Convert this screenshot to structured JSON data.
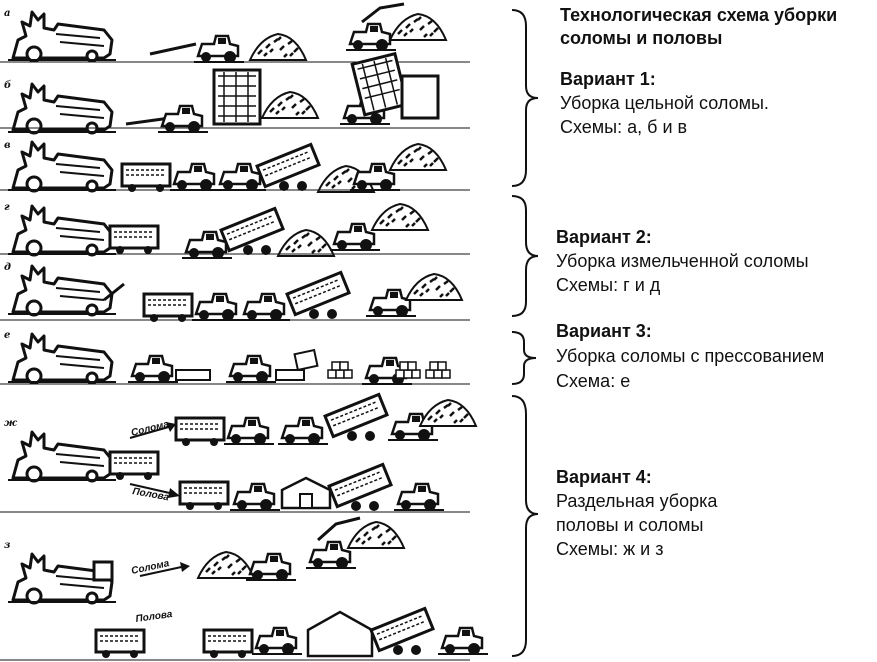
{
  "title_lines": [
    "Технологическая схема уборки",
    "соломы и половы"
  ],
  "variants": [
    {
      "heading": "Вариант 1:",
      "lines": [
        "Уборка цельной соломы.",
        "Схемы: а, б и в"
      ]
    },
    {
      "heading": "Вариант 2:",
      "lines": [
        "Уборка измельченной соломы",
        "Схемы: г и д"
      ]
    },
    {
      "heading": "Вариант 3:",
      "lines": [
        "Уборка соломы с прессованием",
        "Схема: е"
      ]
    },
    {
      "heading": "Вариант 4:",
      "lines": [
        "Раздельная уборка",
        "половы и соломы",
        "Схемы: ж и з"
      ]
    }
  ],
  "row_letters": [
    "а",
    "б",
    "в",
    "г",
    "д",
    "е",
    "ж",
    "з"
  ],
  "flow_labels": {
    "straw": "Солома",
    "chaff": "Полова"
  },
  "colors": {
    "ink": "#111111",
    "background": "#ffffff"
  }
}
